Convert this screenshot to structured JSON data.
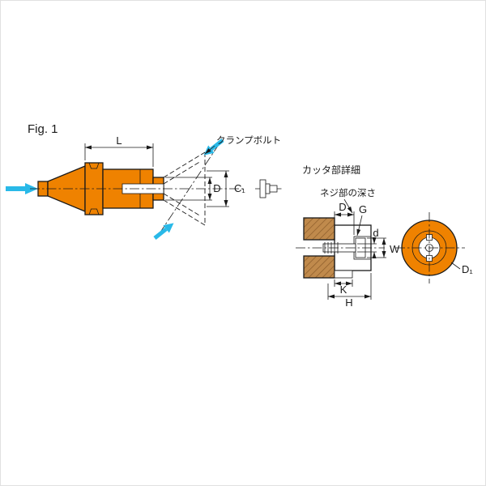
{
  "figure": {
    "label": "Fig. 1"
  },
  "colors": {
    "orange": "#EF8200",
    "section_tan": "#C08A4C",
    "hatch_line": "#8a5a28",
    "cyan": "#29B9E8",
    "ink": "#1a1a1a"
  },
  "main_view": {
    "dim_L": "L",
    "dim_D": "D",
    "dim_C1": "C₁",
    "clamp_bolt_label": "クランプボルト"
  },
  "detail_view": {
    "title": "カッタ部詳細",
    "thread_depth": "ネジ部の深さ",
    "dim_D": "D",
    "dim_G": "G",
    "dim_d": "d",
    "dim_W": "W",
    "dim_K": "K",
    "dim_H": "H"
  },
  "front_view": {
    "dim_D1": "D₁"
  }
}
